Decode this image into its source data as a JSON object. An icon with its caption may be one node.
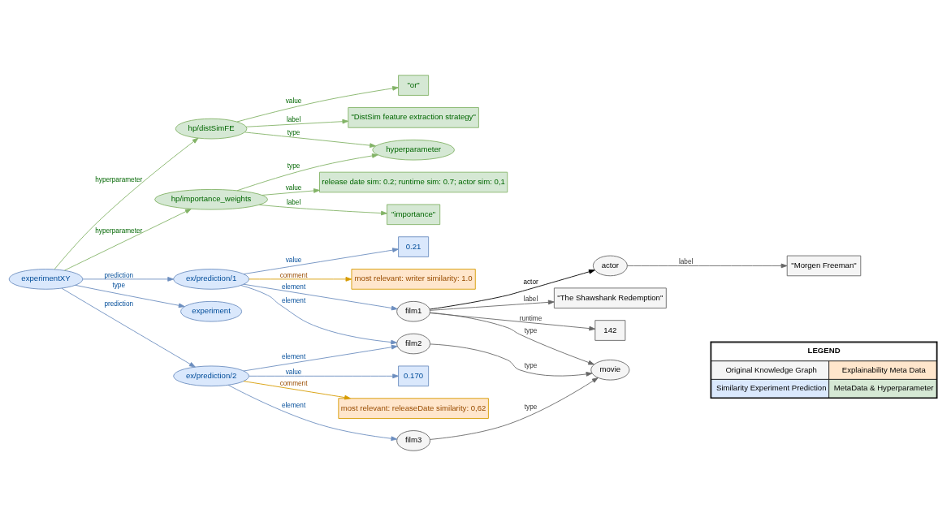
{
  "diagram": {
    "nodes": [
      {
        "text": [
          "\"or\""
        ]
      },
      {
        "text": [
          "\"DistSim feature extraction strategy\""
        ]
      },
      {
        "text": [
          "hp/distSimFE"
        ]
      },
      {
        "text": [
          "hyperparameter"
        ]
      },
      {
        "text": [
          "hp/importance_weights"
        ]
      },
      {
        "text": [
          "release date sim: 0.2; runtime sim: 0.7; actor sim: 0,1"
        ]
      },
      {
        "text": [
          "\"importance\""
        ]
      },
      {
        "text": [
          "0.21"
        ]
      },
      {
        "text": [
          "ex/prediction/1"
        ]
      },
      {
        "text": [
          "experimentXY"
        ]
      },
      {
        "text": [
          "experiment"
        ]
      },
      {
        "text": [
          "ex/prediction/2"
        ]
      },
      {
        "text": [
          "0.170"
        ]
      },
      {
        "text": [
          "most relevant: writer similarity: 1.0"
        ]
      },
      {
        "text": [
          "most relevant: releaseDate similarity: 0,62"
        ]
      },
      {
        "text": [
          "actor"
        ]
      },
      {
        "text": [
          "\"Morgen Freeman\""
        ]
      },
      {
        "text": [
          "film1"
        ]
      },
      {
        "text": [
          "\"The Shawshank Redemption\""
        ]
      },
      {
        "text": [
          "film2"
        ]
      },
      {
        "text": [
          "film3"
        ]
      },
      {
        "text": [
          "142"
        ]
      },
      {
        "text": [
          "movie"
        ]
      }
    ],
    "edges": [
      {
        "from": 2,
        "to": 0,
        "arrow": "to",
        "label": "value",
        "color": "#82b366"
      },
      {
        "from": 2,
        "to": 1,
        "arrow": "to",
        "label": "label",
        "color": "#82b366"
      },
      {
        "from": 2,
        "to": 3,
        "arrow": "to",
        "label": "type",
        "color": "#82b366"
      },
      {
        "from": 9,
        "to": 2,
        "arrow": "to",
        "label": "hyperparameter",
        "color": "#82b366"
      },
      {
        "from": 9,
        "to": 4,
        "arrow": "to",
        "label": "hyperparameter",
        "color": "#82b366"
      },
      {
        "from": 4,
        "to": 3,
        "arrow": "to",
        "label": "type",
        "color": "#82b366"
      },
      {
        "from": 4,
        "to": 5,
        "arrow": "to",
        "label": "value",
        "color": "#82b366"
      },
      {
        "from": 4,
        "to": 6,
        "arrow": "to",
        "label": "label",
        "color": "#82b366"
      },
      {
        "from": 9,
        "to": 8,
        "arrow": "to",
        "label": "prediction"
      },
      {
        "from": 9,
        "to": 11,
        "arrow": "to",
        "label": "prediction"
      },
      {
        "from": 9,
        "to": 10,
        "arrow": "to",
        "label": "type"
      },
      {
        "from": 8,
        "to": 7,
        "arrow": "to",
        "label": "value"
      },
      {
        "from": 8,
        "to": 13,
        "arrow": "to",
        "label": "comment",
        "color": "#d79b00"
      },
      {
        "from": 11,
        "to": 12,
        "arrow": "to",
        "label": "value"
      },
      {
        "from": 11,
        "to": 14,
        "arrow": "to",
        "label": "comment",
        "color": "#d79b00"
      },
      {
        "from": 8,
        "to": 17,
        "arrow": "to",
        "label": "element"
      },
      {
        "from": 8,
        "to": 19,
        "arrow": "to",
        "label": "element"
      },
      {
        "from": 11,
        "to": 19,
        "arrow": "to",
        "label": "element"
      },
      {
        "from": 11,
        "to": 20,
        "arrow": "to",
        "label": "element"
      },
      {
        "from": 17,
        "to": 15,
        "arrow": "to",
        "label": "actor",
        "color": "#000000"
      },
      {
        "from": 15,
        "to": 16,
        "arrow": "to",
        "label": "label",
        "color": "#666666"
      },
      {
        "from": 17,
        "to": 18,
        "arrow": "to",
        "label": "label",
        "color": "#666666"
      },
      {
        "from": 17,
        "to": 21,
        "arrow": "to",
        "label": "runtime",
        "color": "#666666"
      },
      {
        "from": 17,
        "to": 22,
        "arrow": "to",
        "label": "type",
        "color": "#666666"
      },
      {
        "from": 19,
        "to": 22,
        "arrow": "to",
        "label": "type",
        "color": "#666666"
      },
      {
        "from": 20,
        "to": 22,
        "arrow": "to",
        "label": "type",
        "color": "#666666"
      }
    ],
    "labels": [
      "LEGEND"
    ],
    "legend": [
      {
        "text": "Original Knowledge Graph",
        "color": "#f5f5f5"
      },
      {
        "text": "Explainability Meta Data",
        "color": "#ffe6cc"
      },
      {
        "text": "Similarity Experiment Prediction",
        "color": "#dae8fc"
      },
      {
        "text": "MetaData & Hyperparameter",
        "color": "#d5e8d4"
      }
    ]
  }
}
